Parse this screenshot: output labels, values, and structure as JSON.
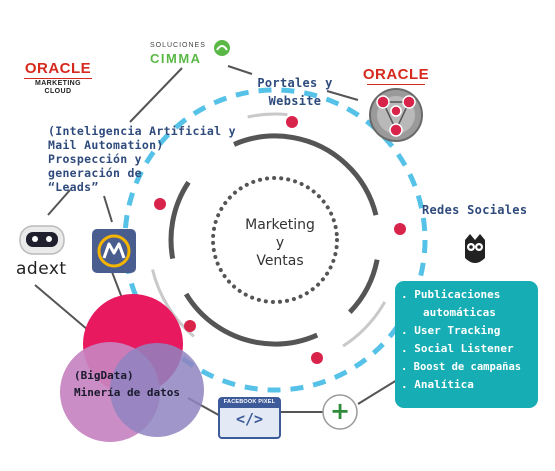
{
  "logos": {
    "oracle_cloud": {
      "word": "ORACLE",
      "line1": "MARKETING",
      "line2": "CLOUD"
    },
    "cimma": {
      "top": "SOLUCIONES",
      "name": "CIMMA"
    },
    "oracle_right": {
      "word": "ORACLE"
    },
    "adext": {
      "name": "adext"
    },
    "facebook_pixel": {
      "label": "FACEBOOK PIXEL",
      "code": "</>"
    },
    "plus": "+"
  },
  "labels": {
    "ai": "(Inteligencia Artificial y\nMail Automation)\nProspección y\ngeneración de\n“Leads”",
    "portales": "Portales y\nWebsite",
    "redes": "Redes Sociales",
    "center": "Marketing\ny\nVentas",
    "bigdata": "(BigData)",
    "mineria": "Minería de datos"
  },
  "social_box": {
    "items": [
      ". Publicaciones",
      "automáticas",
      ". User Tracking",
      ". Social Listener",
      ". Boost de campañas",
      ". Analítica"
    ]
  },
  "colors": {
    "accent_red": "#d8234b",
    "ring_gray": "#555555",
    "ring_blue": "#56c2e8",
    "teal": "#16adb4",
    "venn_magenta": "#e8195f",
    "venn_pink": "#c783c0",
    "venn_purple": "#8f84bf",
    "oracle_red": "#d62a1f",
    "label_blue": "#2f4b7c"
  }
}
